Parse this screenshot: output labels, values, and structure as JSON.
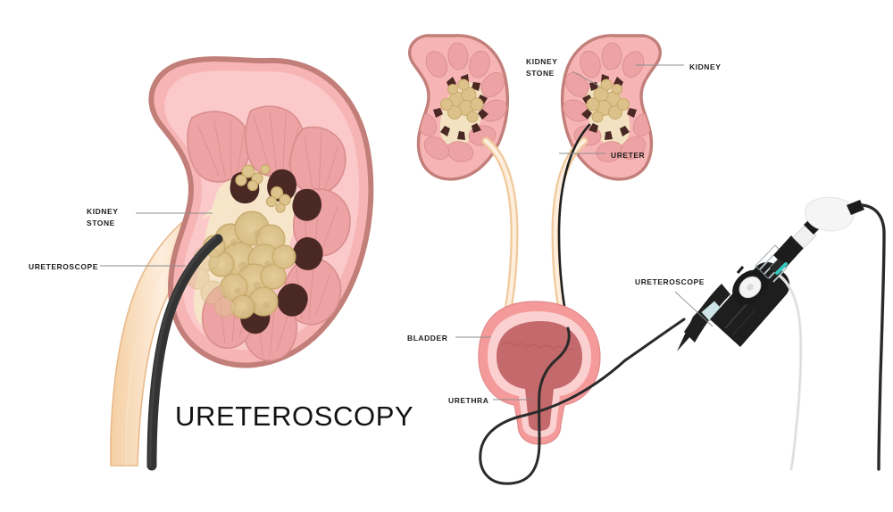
{
  "figure": {
    "title": "URETEROSCOPY",
    "subject": "ureteroscopy-kidney-stone-medical-illustration"
  },
  "panels": {
    "left": {
      "name": "kidney-cross-section-detail",
      "labels": [
        {
          "id": "kidney-stone",
          "text_line1": "KIDNEY",
          "text_line2": "STONE"
        },
        {
          "id": "ureteroscope",
          "text_line1": "URETEROSCOPE",
          "text_line2": ""
        }
      ]
    },
    "middle": {
      "name": "urinary-tract-overview",
      "labels": [
        {
          "id": "kidney",
          "text_line1": "KIDNEY",
          "text_line2": ""
        },
        {
          "id": "kidney-stone",
          "text_line1": "KIDNEY",
          "text_line2": "STONE"
        },
        {
          "id": "ureter",
          "text_line1": "URETER",
          "text_line2": ""
        },
        {
          "id": "bladder",
          "text_line1": "BLADDER",
          "text_line2": ""
        },
        {
          "id": "urethra",
          "text_line1": "URETHRA",
          "text_line2": ""
        }
      ]
    },
    "right": {
      "name": "ureteroscope-device",
      "labels": [
        {
          "id": "ureteroscope",
          "text_line1": "URETEROSCOPE",
          "text_line2": ""
        }
      ]
    }
  },
  "colors": {
    "kidney_outline": "#c27f79",
    "kidney_cortex": "#f7b4b4",
    "kidney_cortex_light": "#fbc9c9",
    "pyramid_fill": "#eda3a3",
    "pyramid_line": "#d98e8e",
    "calyx_dark": "#4a2824",
    "stone_fill": "#dcc28a",
    "stone_line": "#c6a868",
    "ureter_outer": "#f7d6ae",
    "ureter_inner": "#fdeedd",
    "ureter_edge": "#e8b98c",
    "bladder_wall": "#f49a9a",
    "bladder_lining": "#fbd0d0",
    "bladder_lumen": "#c4696c",
    "scope_black": "#2f2f2f",
    "scope_body": "#1c1c1c",
    "scope_white": "#f2f3f2",
    "scope_teal": "#35c9c2",
    "scope_grey": "#c9cdd0",
    "label_text": "#1d1d1d",
    "leader_line": "#8d8d8d",
    "background": "#ffffff"
  }
}
